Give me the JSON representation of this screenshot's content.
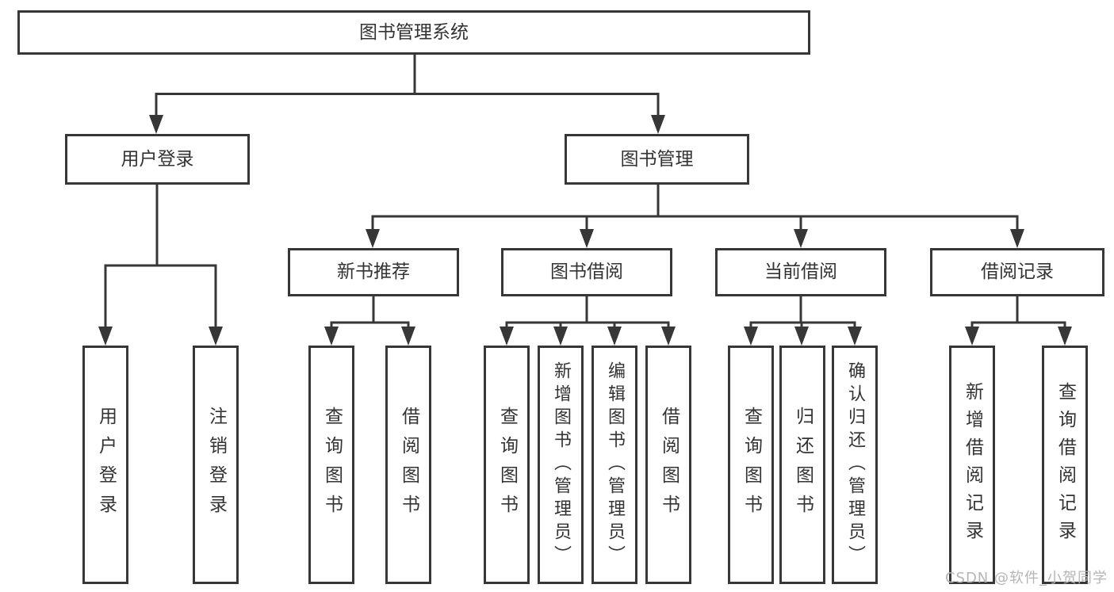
{
  "diagram_title": "图书管理系统",
  "tree": {
    "label": "图书管理系统",
    "children": [
      {
        "label": "用户登录",
        "children": [
          {
            "label": "用户登录"
          },
          {
            "label": "注销登录"
          }
        ]
      },
      {
        "label": "图书管理",
        "children": [
          {
            "label": "新书推荐",
            "children": [
              {
                "label": "查询图书"
              },
              {
                "label": "借阅图书"
              }
            ]
          },
          {
            "label": "图书借阅",
            "children": [
              {
                "label": "查询图书"
              },
              {
                "label": "新增图书（管理员）"
              },
              {
                "label": "编辑图书（管理员）"
              },
              {
                "label": "借阅图书"
              }
            ]
          },
          {
            "label": "当前借阅",
            "children": [
              {
                "label": "查询图书"
              },
              {
                "label": "归还图书"
              },
              {
                "label": "确认归还（管理员）"
              }
            ]
          },
          {
            "label": "借阅记录",
            "children": [
              {
                "label": "新增借阅记录"
              },
              {
                "label": "查询借阅记录"
              }
            ]
          }
        ]
      }
    ]
  },
  "watermark": {
    "text": "CSDN @软件_小贺同学"
  },
  "colors": {
    "line": "#373737",
    "box_border": "#373737",
    "box_fill": "#ffffff",
    "text": "#333333",
    "background": "#ffffff",
    "watermark": "#b5b5b5"
  }
}
